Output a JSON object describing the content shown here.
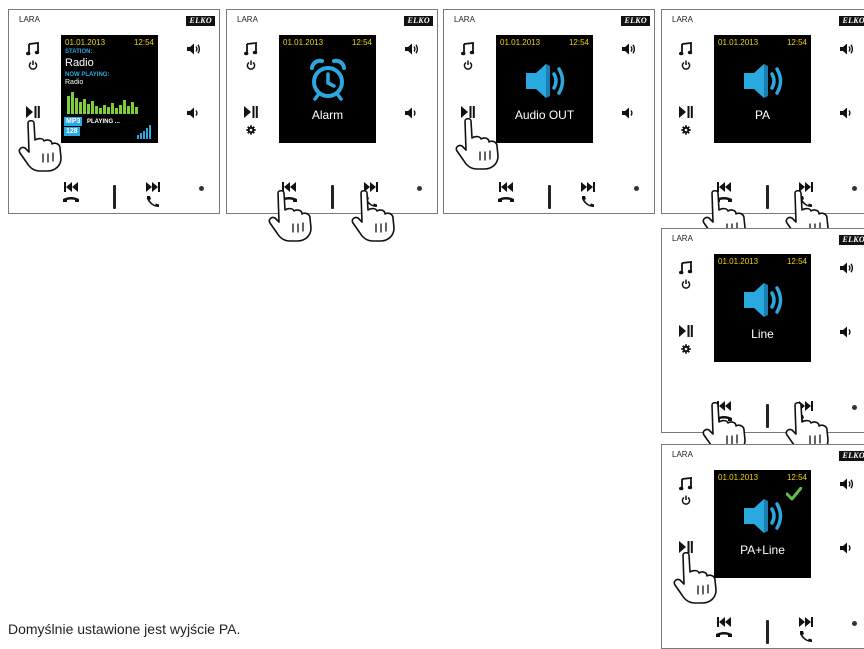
{
  "device": {
    "brand": "LARA",
    "logo": "ELKO"
  },
  "screens": {
    "radio": {
      "date": "01.01.2013",
      "time": "12:54",
      "station_label": "STATION:",
      "station": "Radio",
      "now_playing_label": "NOW PLAYING:",
      "now_playing": "Radio",
      "format": "MP3",
      "bitrate": "128",
      "status": "PLAYING ..."
    },
    "alarm": {
      "date": "01.01.2013",
      "time": "12:54",
      "label": "Alarm"
    },
    "audio_out": {
      "date": "01.01.2013",
      "time": "12:54",
      "label": "Audio OUT"
    },
    "pa": {
      "date": "01.01.2013",
      "time": "12:54",
      "label": "PA"
    },
    "line": {
      "date": "01.01.2013",
      "time": "12:54",
      "label": "Line"
    },
    "pa_line": {
      "date": "01.01.2013",
      "time": "12:54",
      "label": "PA+Line"
    }
  },
  "colors": {
    "accent_blue": "#2aa9e0",
    "date_yellow": "#f2d300",
    "eq_green": "#7ccf3a",
    "check_green": "#5cc04a"
  },
  "icons": [
    "music-note-icon",
    "power-icon",
    "play-pause-icon",
    "gear-icon",
    "volume-up-icon",
    "volume-down-icon",
    "prev-track-icon",
    "next-track-icon",
    "hang-up-icon",
    "phone-icon",
    "hand-pointer-icon",
    "alarm-clock-icon",
    "speaker-icon",
    "check-icon"
  ],
  "caption": "Domyślnie ustawione jest wyjście PA."
}
